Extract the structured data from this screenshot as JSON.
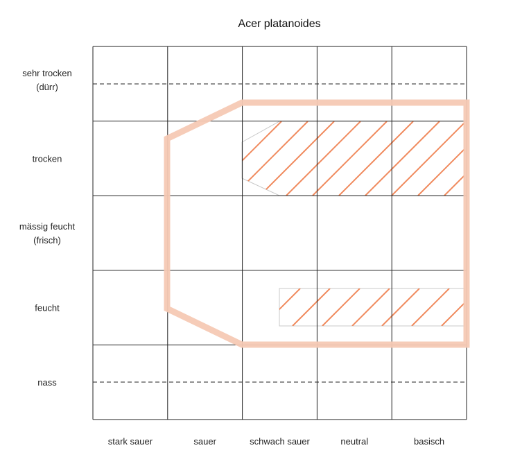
{
  "title": "Acer platanoides",
  "x_categories": [
    "stark sauer",
    "sauer",
    "schwach sauer",
    "neutral",
    "basisch"
  ],
  "y_categories": [
    {
      "lines": [
        "sehr trocken",
        "(dürr)"
      ]
    },
    {
      "lines": [
        "trocken"
      ]
    },
    {
      "lines": [
        "mässig feucht",
        "(frisch)"
      ]
    },
    {
      "lines": [
        "feucht"
      ]
    },
    {
      "lines": [
        "nass"
      ]
    }
  ],
  "colors": {
    "grid": "#222222",
    "range_outline": "#f6c9b4",
    "hatch": "#f08a5d",
    "hatch_border": "#c8c8c8"
  }
}
